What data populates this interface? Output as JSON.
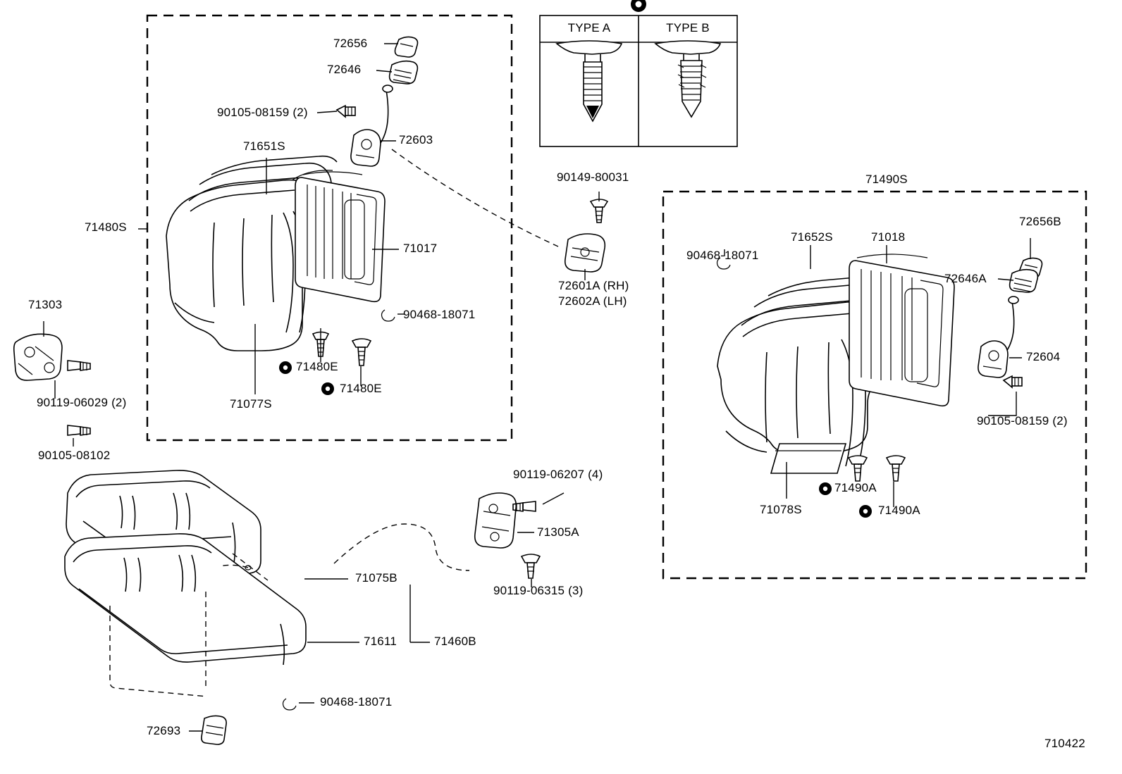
{
  "diagram": {
    "figure_number": "710422",
    "type_table": {
      "columns": [
        "TYPE A",
        "TYPE B"
      ]
    },
    "group_labels": [
      {
        "id": "g-71480S",
        "text": "71480S"
      },
      {
        "id": "g-71490S",
        "text": "71490S"
      }
    ],
    "callouts": [
      {
        "id": "c-72656",
        "text": "72656"
      },
      {
        "id": "c-72646",
        "text": "72646"
      },
      {
        "id": "c-90105-08159-2a",
        "text": "90105-08159 (2)"
      },
      {
        "id": "c-72603",
        "text": "72603"
      },
      {
        "id": "c-71651S",
        "text": "71651S"
      },
      {
        "id": "c-71017",
        "text": "71017"
      },
      {
        "id": "c-90149-80031",
        "text": "90149-80031"
      },
      {
        "id": "c-72601A",
        "text": "72601A (RH)"
      },
      {
        "id": "c-72602A",
        "text": "72602A (LH)"
      },
      {
        "id": "c-90468-18071-a",
        "text": "90468-18071"
      },
      {
        "id": "c-71480E-a",
        "text": "71480E"
      },
      {
        "id": "c-71480E-b",
        "text": "71480E"
      },
      {
        "id": "c-71077S",
        "text": "71077S"
      },
      {
        "id": "c-71303",
        "text": "71303"
      },
      {
        "id": "c-90119-06029",
        "text": "90119-06029 (2)"
      },
      {
        "id": "c-90105-08102",
        "text": "90105-08102"
      },
      {
        "id": "c-90468-18071-b",
        "text": "90468-18071"
      },
      {
        "id": "c-71652S",
        "text": "71652S"
      },
      {
        "id": "c-71018",
        "text": "71018"
      },
      {
        "id": "c-72656B",
        "text": "72656B"
      },
      {
        "id": "c-72646A",
        "text": "72646A"
      },
      {
        "id": "c-72604",
        "text": "72604"
      },
      {
        "id": "c-90105-08159-2b",
        "text": "90105-08159 (2)"
      },
      {
        "id": "c-71078S",
        "text": "71078S"
      },
      {
        "id": "c-71490A-a",
        "text": "71490A"
      },
      {
        "id": "c-71490A-b",
        "text": "71490A"
      },
      {
        "id": "c-90119-06207",
        "text": "90119-06207 (4)"
      },
      {
        "id": "c-71305A",
        "text": "71305A"
      },
      {
        "id": "c-90119-06315",
        "text": "90119-06315 (3)"
      },
      {
        "id": "c-71075B",
        "text": "71075B"
      },
      {
        "id": "c-71611",
        "text": "71611"
      },
      {
        "id": "c-71460B",
        "text": "71460B"
      },
      {
        "id": "c-90468-18071-c",
        "text": "90468-18071"
      },
      {
        "id": "c-72693",
        "text": "72693"
      }
    ]
  }
}
